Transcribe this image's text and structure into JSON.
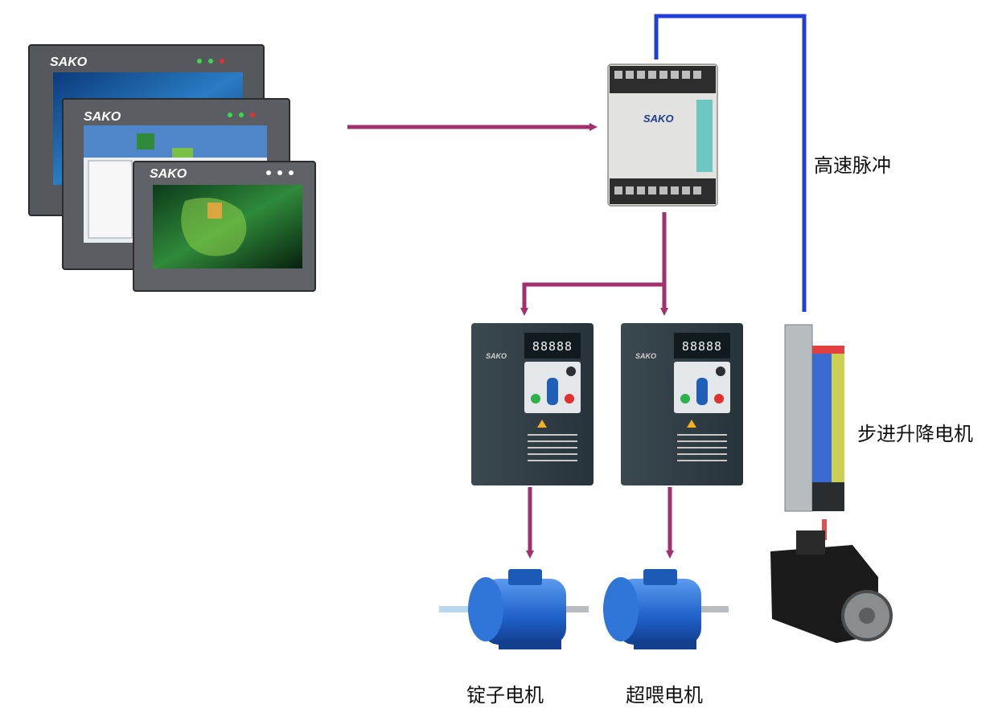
{
  "labels": {
    "high_speed_pulse": "高速脉冲",
    "stepper_motor": "步进升降电机",
    "spindle_motor": "锭子电机",
    "feed_motor": "超喂电机"
  },
  "devices": {
    "hmi_brand": "SAKO",
    "plc_brand": "SAKO",
    "vfd_brand": "SAKO",
    "vfd_display": "88888"
  },
  "colors": {
    "signal_arrow": "#a2306e",
    "pulse_line": "#1f3fd8",
    "stepper_link": "#e05050"
  }
}
